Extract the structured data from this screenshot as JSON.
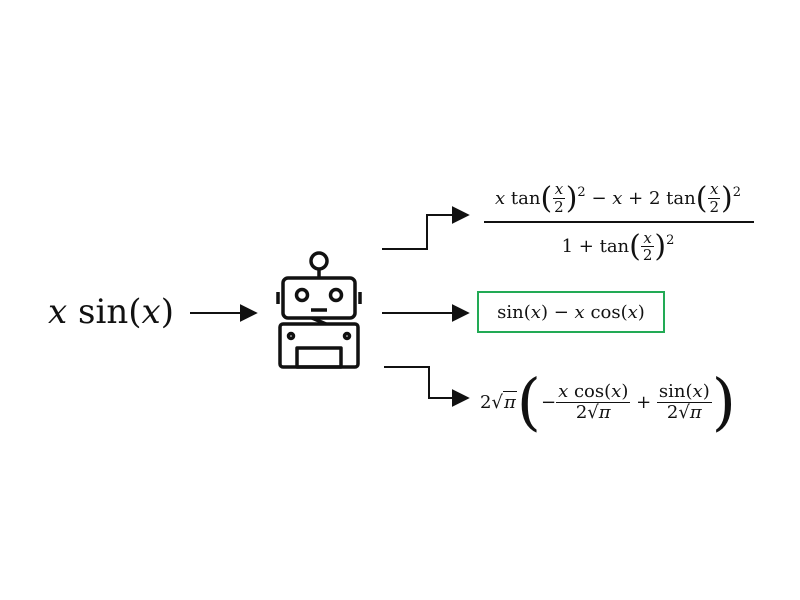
{
  "input": {
    "coef": "x",
    "func": "sin",
    "open": "(",
    "arg": "x",
    "close": ")"
  },
  "outputs": {
    "first": {
      "num_x": "x",
      "tan": "tan",
      "frac_num": "x",
      "frac_den": "2",
      "pow": "2",
      "minus": "−",
      "x2": "x",
      "plus": "+",
      "two": "2",
      "den_one": "1",
      "den_plus": "+"
    },
    "second": {
      "text_sin": "sin",
      "lp": "(",
      "x1": "x",
      "rp": ")",
      "minus": "−",
      "x2": "x",
      "cos": "cos",
      "x3": "x"
    },
    "third": {
      "two": "2",
      "pi": "π",
      "minus": "−",
      "num_x": "x",
      "cos": "cos",
      "sin": "sin",
      "plus": "+",
      "two_b": "2",
      "two_c": "2"
    }
  },
  "highlight_color": "#22aa55"
}
